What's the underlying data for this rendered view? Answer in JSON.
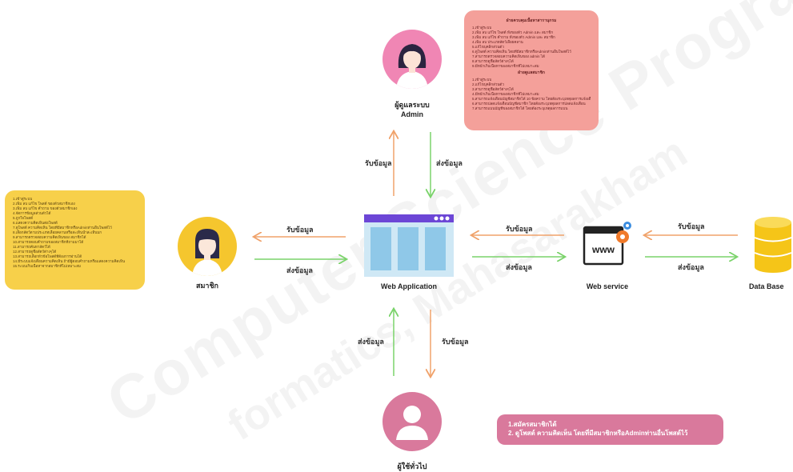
{
  "watermark": {
    "line1": "Computer Science Program",
    "line2": "formatics, Mahasarakham"
  },
  "nodes": {
    "admin": {
      "label_line1": "ผู้ดูแลระบบ",
      "label_line2": "Admin",
      "icon": "admin-avatar-icon"
    },
    "member": {
      "label": "สมาชิก",
      "icon": "member-avatar-icon"
    },
    "web_app": {
      "label": "Web Application",
      "icon": "browser-window-icon"
    },
    "web_service": {
      "label": "Web service",
      "icon": "www-gear-icon"
    },
    "database": {
      "label": "Data Base",
      "icon": "database-icon"
    },
    "guest": {
      "label": "ผู้ใช้ทั่วไป",
      "icon": "guest-avatar-icon"
    }
  },
  "edges": {
    "receive": "รับข้อมูล",
    "send": "ส่งข้อมูล"
  },
  "notes": {
    "admin": {
      "heading1": "ฝ่ายควบคุมเนื้อหาสารานุกรม",
      "items1": [
        "1.เข้าสู่ระบบ",
        "2.เพิ่ม ลบ แก้ไข โพสต์ ทั้งของตัว Admin และ สมาชิก",
        "3.เพิ่ม ลบ แก้ไข คำถาม ทั้งของตัว Admin และ สมาชิก",
        "4.เพิ่ม ลบ ประเภทสัตว์เลื้อยคลาน",
        "5.แก้ไขบุคลิกส่วนตัว",
        "6.ดูโพสต์ ความคิดเห็น โดยที่มีสมาชิกหรือAdminท่านอื่นโพสต์ไว้",
        "7.สามารถตรวจสอบความคิดเห็นของ admin ได้",
        "8.สามารถดูชื่อสัตว์ต่างๆได้",
        "9.มีหน้าเก็บเนื้อหาของสมาชิกที่ไม่เหมาะสม"
      ],
      "heading2": "ฝ่ายดูแลสมาชิก",
      "items2": [
        "1.เข้าสู่ระบบ",
        "2.แก้ไขบุคลิกส่วนตัว",
        "3.สามารถดูชื่อสัตว์ต่างๆได้",
        "4.มีหน้าเก็บเนื้อหาของสมาชิกที่ไม่เหมาะสม",
        "5.สามารถแจ้งเตือนบัญชีสมาชิกได้ 10 ข้อความ โดยต้องระบุเหตุผลการแจ้งเตือน",
        "6.สามารถปลดแจ้งเตือนบัญชีสมาชิก โดยต้องระบุเหตุผลการปลดแจ้งเตือน",
        "7.สามารถแบนบัญชีของสมาชิกได้ โดยต้องระบุเหตุผลการแบน"
      ]
    },
    "member": {
      "items": [
        "1.เข้าสู่ระบบ",
        "2.เพิ่ม ลบ แก้ไข โพสต์ ของตัวสมาชิกเอง",
        "3.เพิ่ม ลบ แก้ไข คำถาม ของตัวสมาชิกเอง",
        "4.จัดการข้อมูลส่วนตัวได้",
        "5.ถูกใจโพสต์",
        "6.แสดงความคิดเห็นต่อโพสต์",
        "7.ดูโพสต์ ความคิดเห็น โดยที่มีสมาชิกหรือAdminท่านอื่นโพสต์ไว้",
        "8.เลือกสัตว์ตามประเภทเลื้อยคลานหรือสะเทินน้ำสะเทินบก",
        "9.สามารถตรวจสอบความคิดเห็นของ สมาชิกได้",
        "10.สามารถตอบคำถามของสมาชิกที่ถามมาได้",
        "11.สามารถค้นหาสัตว์ได้",
        "12.สามารถดูชื่อสัตว์ต่างๆได้",
        "13.สามารถเลือกหัวข้อโพสต์ที่ต้องการอ่านได้",
        "14.มีระบบแจ้งเตือนความคิดเห็น ถ้ามีผู้ตอบคำถามหรือแสดงความคิดเห็น",
        "15.ระบบเก็บเนื้อหาจากสมาชิกที่ไม่เหมาะสม"
      ]
    },
    "guest": {
      "items": [
        "1.สมัครสมาชิกได้",
        "2. ดูโพสต์ ความคิดเห็น โดยที่มีสมาชิกหรือAdminท่านอื่นโพสต์ไว้"
      ]
    }
  },
  "colors": {
    "receive_arrow": "#f0a26a",
    "send_arrow": "#7ad36a",
    "admin_avatar_bg": "#f086b4",
    "member_avatar_bg": "#f5c62e",
    "guest_avatar_bg": "#d9799c",
    "browser_header": "#6c46d6",
    "browser_body": "#cfe8f5",
    "database_yellow": "#f5c518",
    "gear_orange": "#f07a2a",
    "gear_blue": "#3b8de0"
  }
}
